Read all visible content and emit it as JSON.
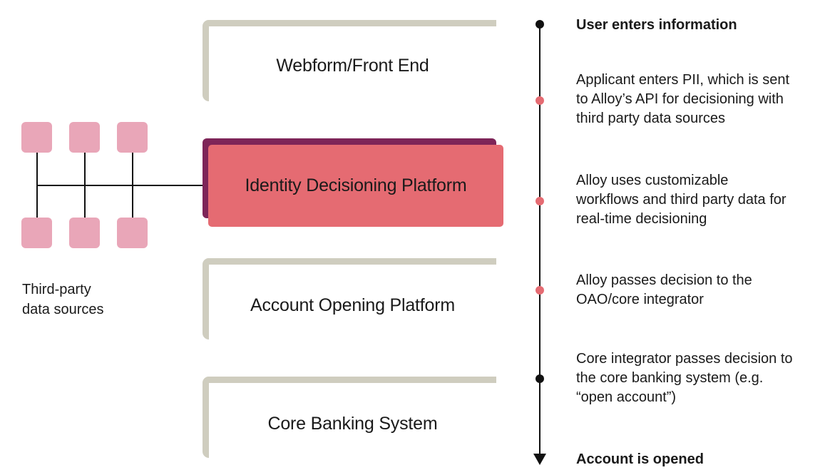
{
  "layers": {
    "webform": "Webform/Front End",
    "identity_platform": "Identity Decisioning Platform",
    "account_opening": "Account Opening Platform",
    "core_banking": "Core Banking System"
  },
  "sources": {
    "caption_line1": "Third-party",
    "caption_line2": "data sources"
  },
  "timeline": {
    "start": "User enters information",
    "step1": "Applicant enters PII, which is sent to Alloy’s API for decisioning with third party data sources",
    "step2": "Alloy uses customizable workflows and third party data for real-time decisioning",
    "step3": "Alloy passes decision to the OAO/core integrator",
    "step4": "Core integrator passes decision to the core banking system (e.g. “open account”)",
    "end": "Account is opened"
  },
  "colors": {
    "accent_pink": "#e56b72",
    "accent_plum": "#7e2558",
    "source_node": "#e9a6b8",
    "frame": "#cfcdbf"
  }
}
